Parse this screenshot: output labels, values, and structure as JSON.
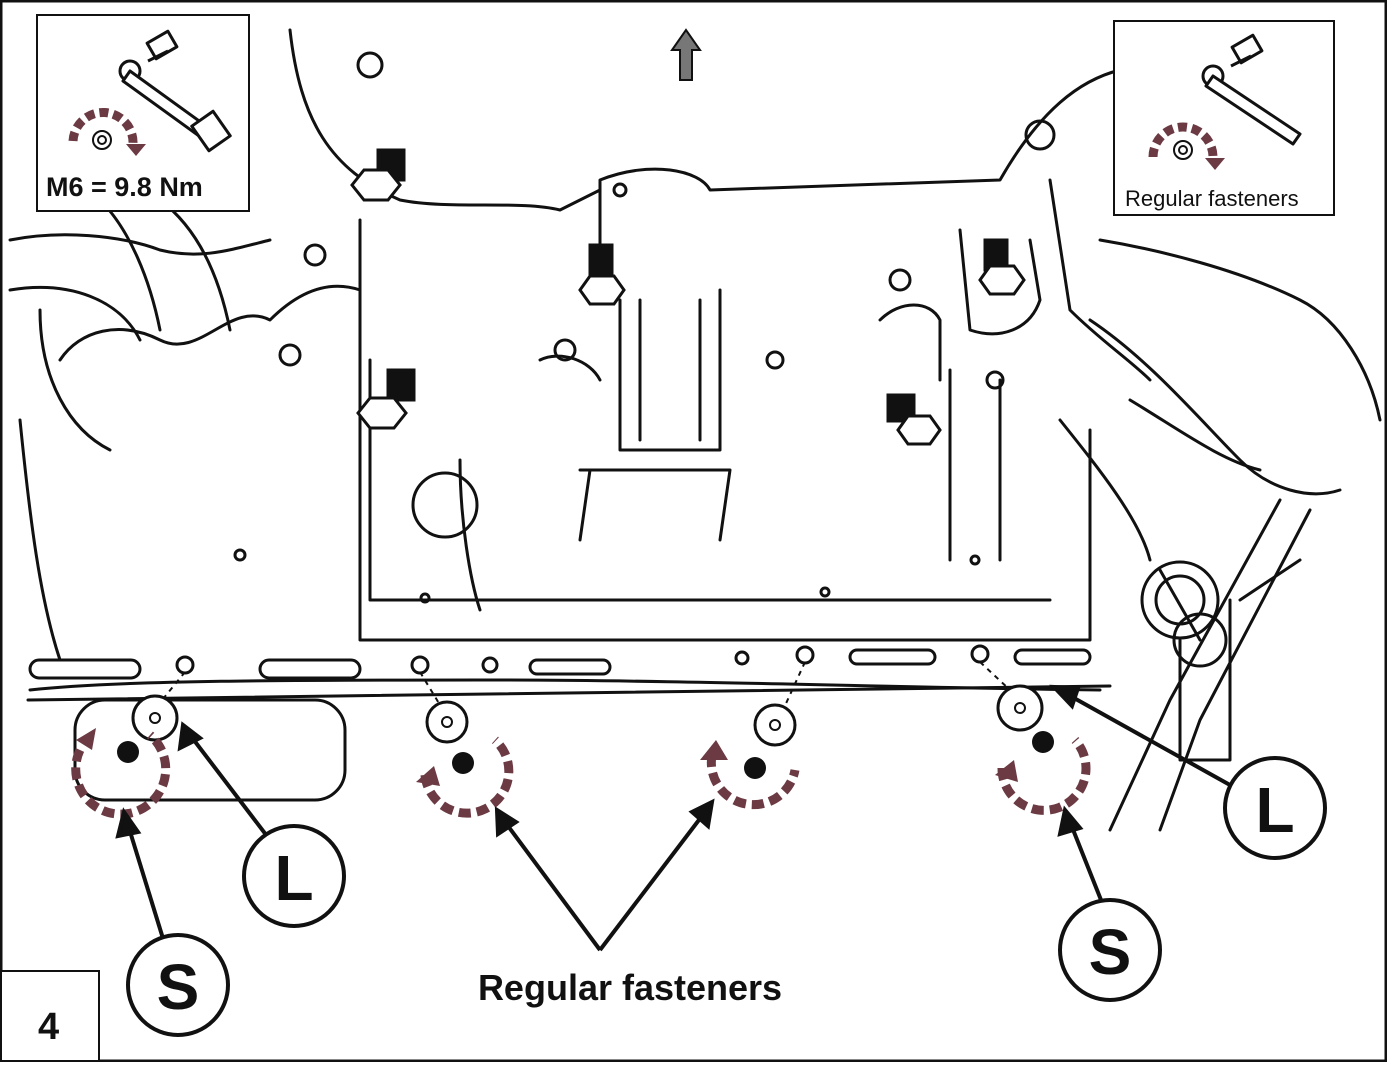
{
  "diagram": {
    "torque_box": {
      "spec_label": "M6 =  9.8 Nm"
    },
    "fastener_box": {
      "label": "Regular fasteners"
    },
    "step_number": "4",
    "callouts": {
      "L_left": "L",
      "L_right": "L",
      "S_left": "S",
      "S_right": "S",
      "regular_fasteners": "Regular fasteners"
    },
    "icons": [
      "torque-wrench-icon",
      "rotation-arrow-icon",
      "direction-arrow-icon",
      "bolt-icon",
      "nut-icon",
      "washer-icon"
    ],
    "colors": {
      "line": "#111111",
      "rotation_arrow": "#6b3a43",
      "background": "#ffffff"
    }
  }
}
